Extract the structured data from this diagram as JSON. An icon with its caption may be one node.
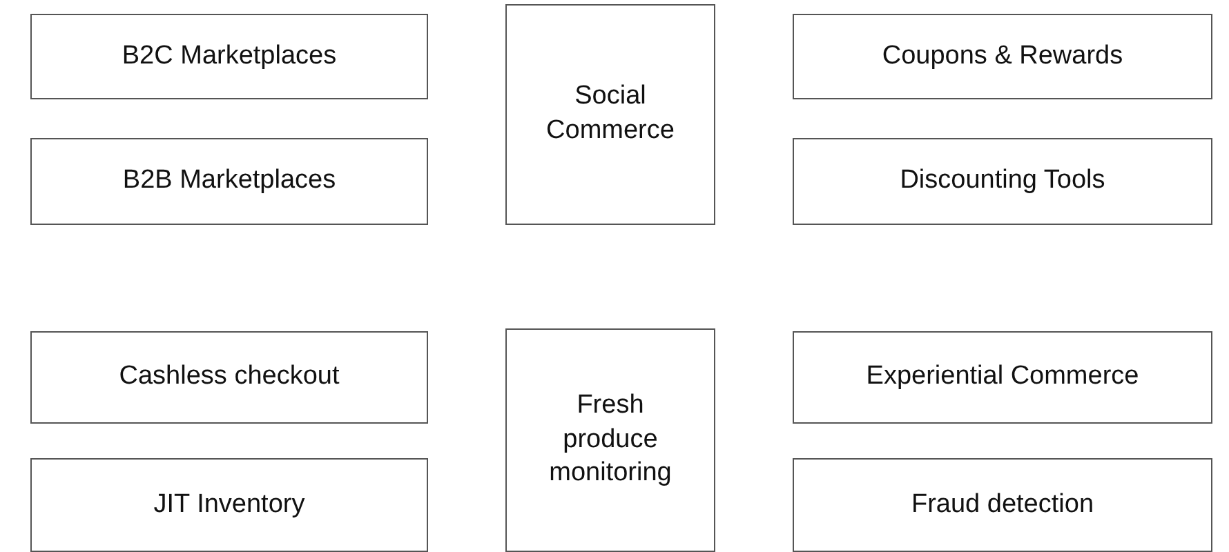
{
  "diagram": {
    "nodes": [
      {
        "text": [
          "B2C Marketplaces"
        ]
      },
      {
        "text": [
          "Social Commerce"
        ]
      },
      {
        "text": [
          "Coupons & Rewards"
        ]
      },
      {
        "text": [
          "B2B Marketplaces"
        ]
      },
      {
        "text": [
          "Discounting Tools"
        ]
      },
      {
        "text": [
          "Cashless checkout"
        ]
      },
      {
        "text": [
          "Fresh produce monitoring"
        ]
      },
      {
        "text": [
          "Experiential Commerce"
        ]
      },
      {
        "text": [
          "JIT Inventory"
        ]
      },
      {
        "text": [
          "Fraud detection"
        ]
      }
    ]
  }
}
